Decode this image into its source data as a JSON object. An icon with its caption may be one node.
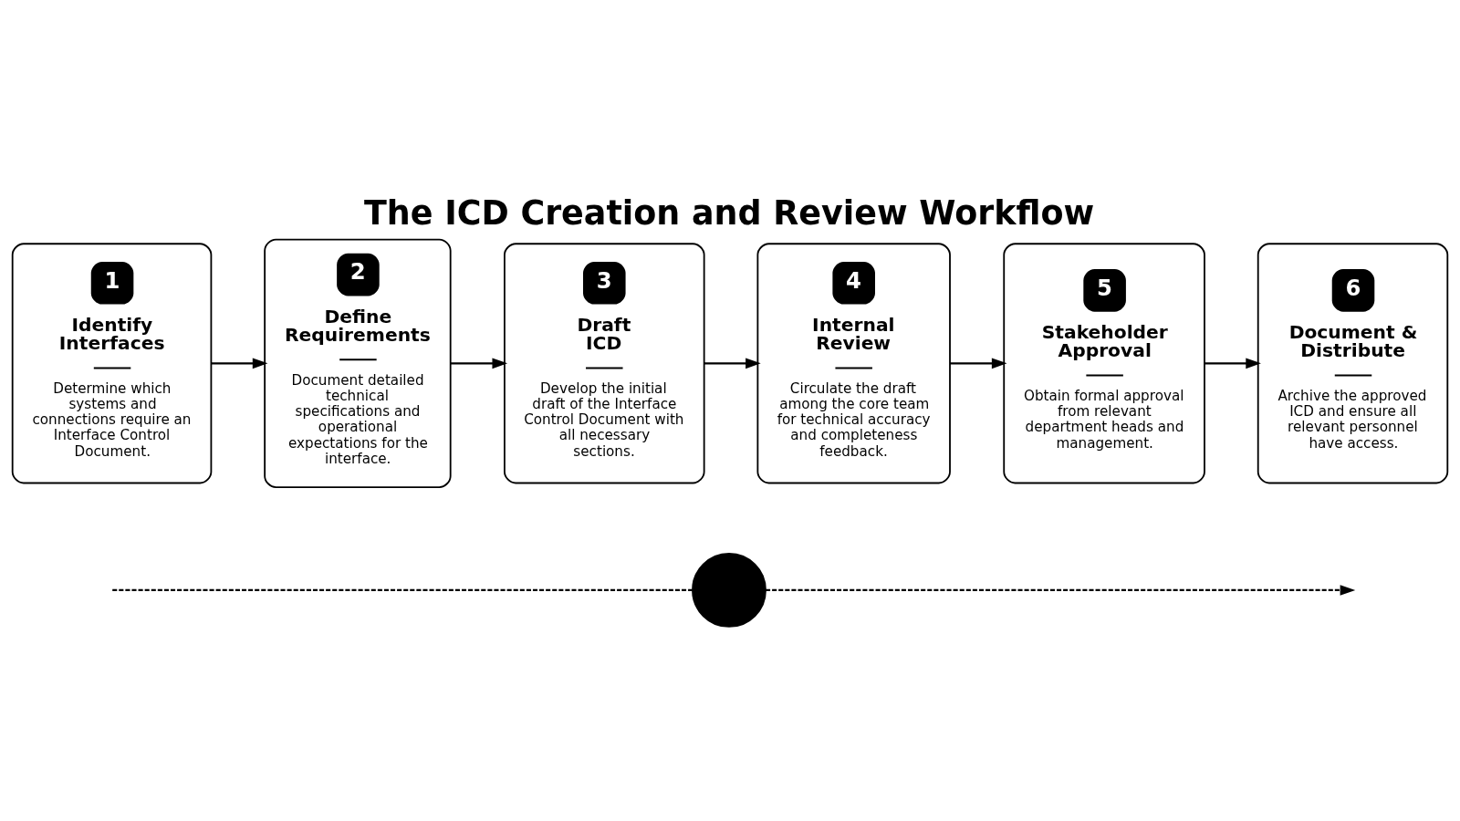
{
  "diagram": {
    "title": "The ICD Creation and Review Workflow",
    "nodes": [
      {
        "text": [
          "1",
          "Identify Interfaces",
          "Determine which systems and connections require an Interface Control Document."
        ]
      },
      {
        "text": [
          "2",
          "Define Requirements",
          "Document detailed technical specifications and operational expectations for the interface."
        ]
      },
      {
        "text": [
          "3",
          "Draft ICD",
          "Develop the initial draft of the Interface Control Document with all necessary sections."
        ]
      },
      {
        "text": [
          "4",
          "Internal Review",
          "Circulate the draft among the core team for technical accuracy and completeness feedback."
        ]
      },
      {
        "text": [
          "5",
          "Stakeholder Approval",
          "Obtain formal approval from relevant department heads and management."
        ]
      },
      {
        "text": [
          "6",
          "Document & Distribute",
          "Archive the approved ICD and ensure all relevant personnel have access."
        ]
      },
      {
        "text": [],
        "shape": "circle"
      }
    ],
    "edges": [
      {
        "from": 0,
        "to": 1,
        "arrow": "to"
      },
      {
        "from": 1,
        "to": 2,
        "arrow": "to"
      },
      {
        "from": 2,
        "to": 3,
        "arrow": "to"
      },
      {
        "from": 3,
        "to": 4,
        "arrow": "to"
      },
      {
        "from": 4,
        "to": 5,
        "arrow": "to"
      },
      {
        "from": null,
        "to": 6,
        "arrow": "none",
        "style": "dashed"
      },
      {
        "from": 6,
        "to": null,
        "arrow": "to",
        "style": "dashed"
      }
    ]
  }
}
